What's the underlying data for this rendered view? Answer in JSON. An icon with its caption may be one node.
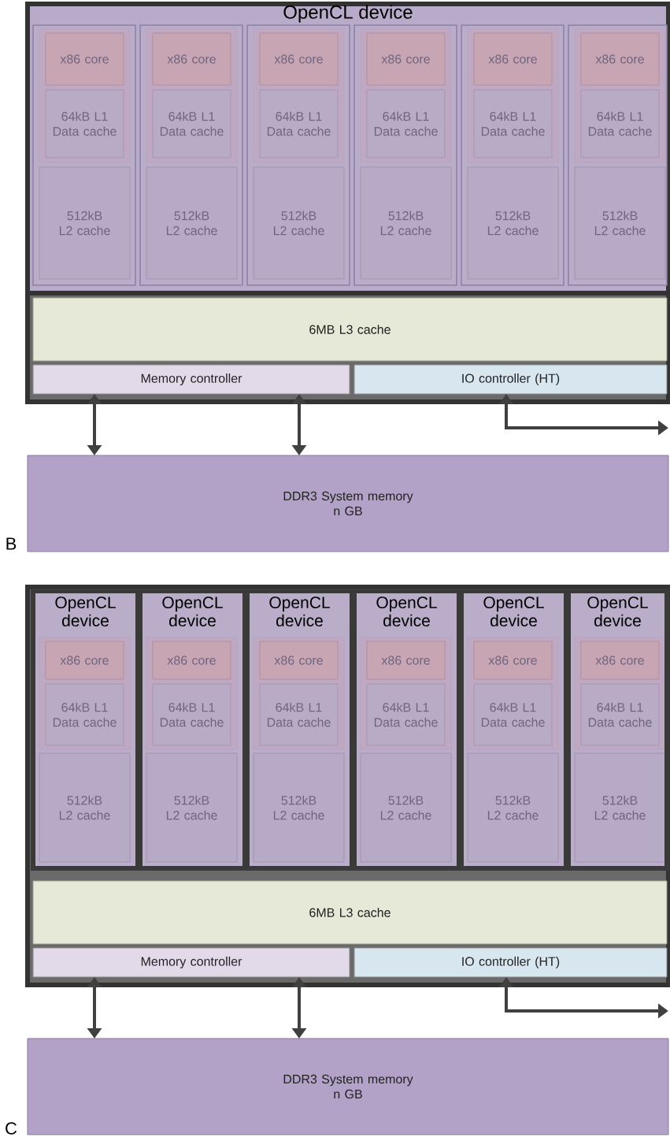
{
  "diagram": {
    "nodes": [
      {
        "text": [],
        "shape": "box"
      },
      {
        "text": [
          "OpenCL device"
        ],
        "in": 0
      },
      {
        "text": [],
        "shape": "box",
        "in": 1
      },
      {
        "text": [
          "x86 core"
        ],
        "in": 2
      },
      {
        "text": [
          "64kB L1 Data cache"
        ],
        "in": 2
      },
      {
        "text": [
          "512kB L2 cache"
        ],
        "in": 2
      },
      {
        "text": [],
        "shape": "box",
        "in": 1
      },
      {
        "text": [
          "x86 core"
        ],
        "in": 6
      },
      {
        "text": [
          "64kB L1 Data cache"
        ],
        "in": 6
      },
      {
        "text": [
          "512kB L2 cache"
        ],
        "in": 6
      },
      {
        "text": [],
        "shape": "box",
        "in": 1
      },
      {
        "text": [
          "x86 core"
        ],
        "in": 10
      },
      {
        "text": [
          "64kB L1 Data cache"
        ],
        "in": 10
      },
      {
        "text": [
          "512kB L2 cache"
        ],
        "in": 10
      },
      {
        "text": [],
        "shape": "box",
        "in": 1
      },
      {
        "text": [
          "x86 core"
        ],
        "in": 14
      },
      {
        "text": [
          "64kB L1 Data cache"
        ],
        "in": 14
      },
      {
        "text": [
          "512kB L2 cache"
        ],
        "in": 14
      },
      {
        "text": [],
        "shape": "box",
        "in": 1
      },
      {
        "text": [
          "x86 core"
        ],
        "in": 18
      },
      {
        "text": [
          "64kB L1 Data cache"
        ],
        "in": 18
      },
      {
        "text": [
          "512kB L2 cache"
        ],
        "in": 18
      },
      {
        "text": [],
        "shape": "box",
        "in": 1
      },
      {
        "text": [
          "x86 core"
        ],
        "in": 22
      },
      {
        "text": [
          "64kB L1 Data cache"
        ],
        "in": 22
      },
      {
        "text": [
          "512kB L2 cache"
        ],
        "in": 22
      },
      {
        "text": [
          "6MB L3 cache"
        ],
        "in": 0
      },
      {
        "text": [
          "Memory controller"
        ],
        "in": 0
      },
      {
        "text": [
          "IO controller (HT)"
        ],
        "in": 0
      },
      {
        "text": [
          "DDR3 System memory",
          "n GB"
        ]
      },
      {
        "text": [],
        "shape": "box"
      },
      {
        "text": [
          "OpenCL device"
        ],
        "in": 30
      },
      {
        "text": [
          "x86 core"
        ],
        "in": 31
      },
      {
        "text": [
          "64kB L1 Data cache"
        ],
        "in": 31
      },
      {
        "text": [
          "512kB L2 cache"
        ],
        "in": 31
      },
      {
        "text": [
          "OpenCL device"
        ],
        "in": 30
      },
      {
        "text": [
          "x86 core"
        ],
        "in": 35
      },
      {
        "text": [
          "64kB L1 Data cache"
        ],
        "in": 35
      },
      {
        "text": [
          "512kB L2 cache"
        ],
        "in": 35
      },
      {
        "text": [
          "OpenCL device"
        ],
        "in": 30
      },
      {
        "text": [
          "x86 core"
        ],
        "in": 39
      },
      {
        "text": [
          "64kB L1 Data cache"
        ],
        "in": 39
      },
      {
        "text": [
          "512kB L2 cache"
        ],
        "in": 39
      },
      {
        "text": [
          "OpenCL device"
        ],
        "in": 30
      },
      {
        "text": [
          "x86 core"
        ],
        "in": 43
      },
      {
        "text": [
          "64kB L1 Data cache"
        ],
        "in": 43
      },
      {
        "text": [
          "512kB L2 cache"
        ],
        "in": 43
      },
      {
        "text": [
          "OpenCL device"
        ],
        "in": 30
      },
      {
        "text": [
          "x86 core"
        ],
        "in": 47
      },
      {
        "text": [
          "64kB L1 Data cache"
        ],
        "in": 47
      },
      {
        "text": [
          "512kB L2 cache"
        ],
        "in": 47
      },
      {
        "text": [
          "OpenCL device"
        ],
        "in": 30
      },
      {
        "text": [
          "x86 core"
        ],
        "in": 51
      },
      {
        "text": [
          "64kB L1 Data cache"
        ],
        "in": 51
      },
      {
        "text": [
          "512kB L2 cache"
        ],
        "in": 51
      },
      {
        "text": [
          "6MB L3 cache"
        ],
        "in": 30
      },
      {
        "text": [
          "Memory controller"
        ],
        "in": 30
      },
      {
        "text": [
          "IO controller (HT)"
        ],
        "in": 30
      },
      {
        "text": [
          "DDR3 System memory",
          "n GB"
        ]
      }
    ],
    "edges": [
      {
        "from": 27,
        "to": 29,
        "arrow": "both"
      },
      {
        "from": 27,
        "to": 29,
        "arrow": "both"
      },
      {
        "from": 28,
        "to": null,
        "arrow": "both"
      },
      {
        "from": 56,
        "to": 58,
        "arrow": "both"
      },
      {
        "from": 56,
        "to": 58,
        "arrow": "both"
      },
      {
        "from": 57,
        "to": null,
        "arrow": "both"
      }
    ],
    "labels": [
      "B",
      "C"
    ]
  }
}
